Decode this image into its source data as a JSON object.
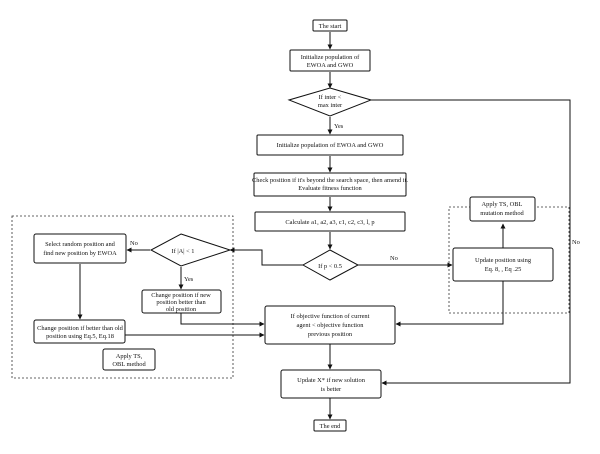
{
  "nodes": {
    "start": "The start",
    "init_pop_1": [
      "Initialize population of",
      "EWOA and GWO"
    ],
    "cond_inter": [
      "If inter <",
      "max inter"
    ],
    "init_pop_2": "Initialize population of EWOA and GWO",
    "check_position": [
      "Check position if it's beyond the search space, then amend it.",
      "Evaluate fitness function"
    ],
    "calculate": "Calculate a1, a2, a3, c1, c2, c3, l, p",
    "cond_p": "If p < 0.5",
    "cond_A": "If |A| < 1",
    "select_random": [
      "Select random position and",
      "find new position by EWOA"
    ],
    "change_new": [
      "Change position if new",
      "position better than",
      "old position"
    ],
    "change_old": [
      "Change position if better than old",
      "position using Eq.5, Eq.18"
    ],
    "apply_left": [
      "Apply TS,",
      "OBL method"
    ],
    "apply_right": [
      "Apply TS, OBL",
      "mutation method"
    ],
    "update_position": [
      "Update position using",
      "Eq. 8, , Eq .25"
    ],
    "objective": [
      "If objective function of current",
      "agent < objective function",
      "previous position"
    ],
    "update_x": [
      "Update X* if new solution",
      "is better"
    ],
    "end": "The end"
  },
  "edges": {
    "yes_inter": "Yes",
    "no_inter": "No",
    "no_A": "No",
    "yes_A": "Yes",
    "no_p": "No"
  },
  "colors": {
    "stroke": "#111111",
    "background": "#ffffff"
  }
}
